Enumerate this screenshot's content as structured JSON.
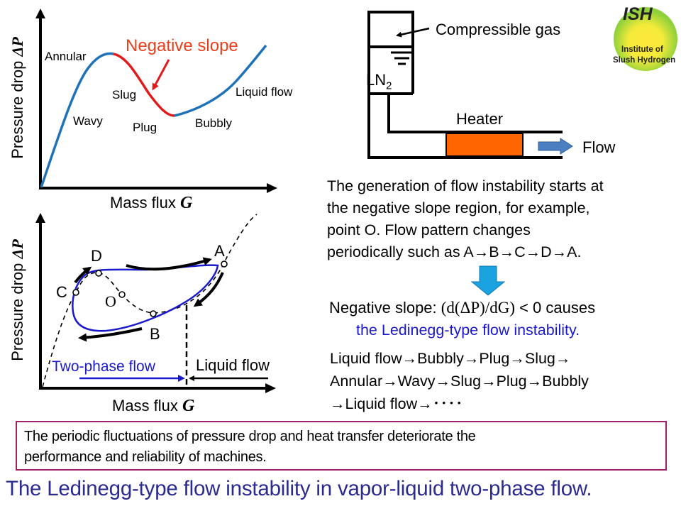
{
  "top_chart": {
    "y_axis_label": "Pressure drop ",
    "y_axis_symbol": "ΔP",
    "x_axis_label": "Mass flux ",
    "x_axis_symbol": "G",
    "negative_slope_label": "Negative slope",
    "region_labels": {
      "annular": "Annular",
      "wavy": "Wavy",
      "slug": "Slug",
      "plug": "Plug",
      "bubbly": "Bubbly",
      "liquid_flow": "Liquid flow"
    },
    "colors": {
      "curve": "#1f72b8",
      "negative_slope": "#e01b1b",
      "label_red": "#e8401c"
    }
  },
  "bottom_chart": {
    "y_axis_label": "Pressure drop ",
    "y_axis_symbol": "ΔP",
    "x_axis_label": "Mass flux ",
    "x_axis_symbol": "G",
    "points": {
      "a": "A",
      "b": "B",
      "c": "C",
      "d": "D",
      "o": "O"
    },
    "two_phase_label": "Two-phase flow",
    "liquid_label": "Liquid flow",
    "colors": {
      "loop": "#1a1acc",
      "two_phase": "#1a1acc"
    }
  },
  "apparatus": {
    "gas_label": "Compressible gas",
    "liquid_label": "LN",
    "liquid_sub": "2",
    "heater_label": "Heater",
    "flow_label": "Flow",
    "colors": {
      "heater": "#ff6600",
      "flow_arrow": "#4a7fc1"
    }
  },
  "logo": {
    "abbr": "ISH",
    "line1": "Institute of",
    "line2": "Slush Hydrogen"
  },
  "description": {
    "lines": [
      "The generation of flow instability starts at",
      "the negative slope region, for example,",
      "point O. Flow pattern changes",
      "periodically such as A→B→C→D→A."
    ]
  },
  "condition": {
    "prefix": "Negative slope: ",
    "formula": "(d(ΔP)/dG)",
    "suffix": " < 0 causes",
    "line2": "the Ledinegg-type flow instability."
  },
  "sequence": {
    "lines": [
      "Liquid flow→Bubbly→Plug→Slug→",
      "Annular→Wavy→Slug→Plug→Bubbly",
      "→Liquid flow→････"
    ]
  },
  "note": {
    "line1": "The periodic fluctuations of pressure drop and heat transfer deteriorate the",
    "line2": "performance and reliability of machines."
  },
  "title": "The Ledinegg-type flow instability in vapor-liquid two-phase flow."
}
